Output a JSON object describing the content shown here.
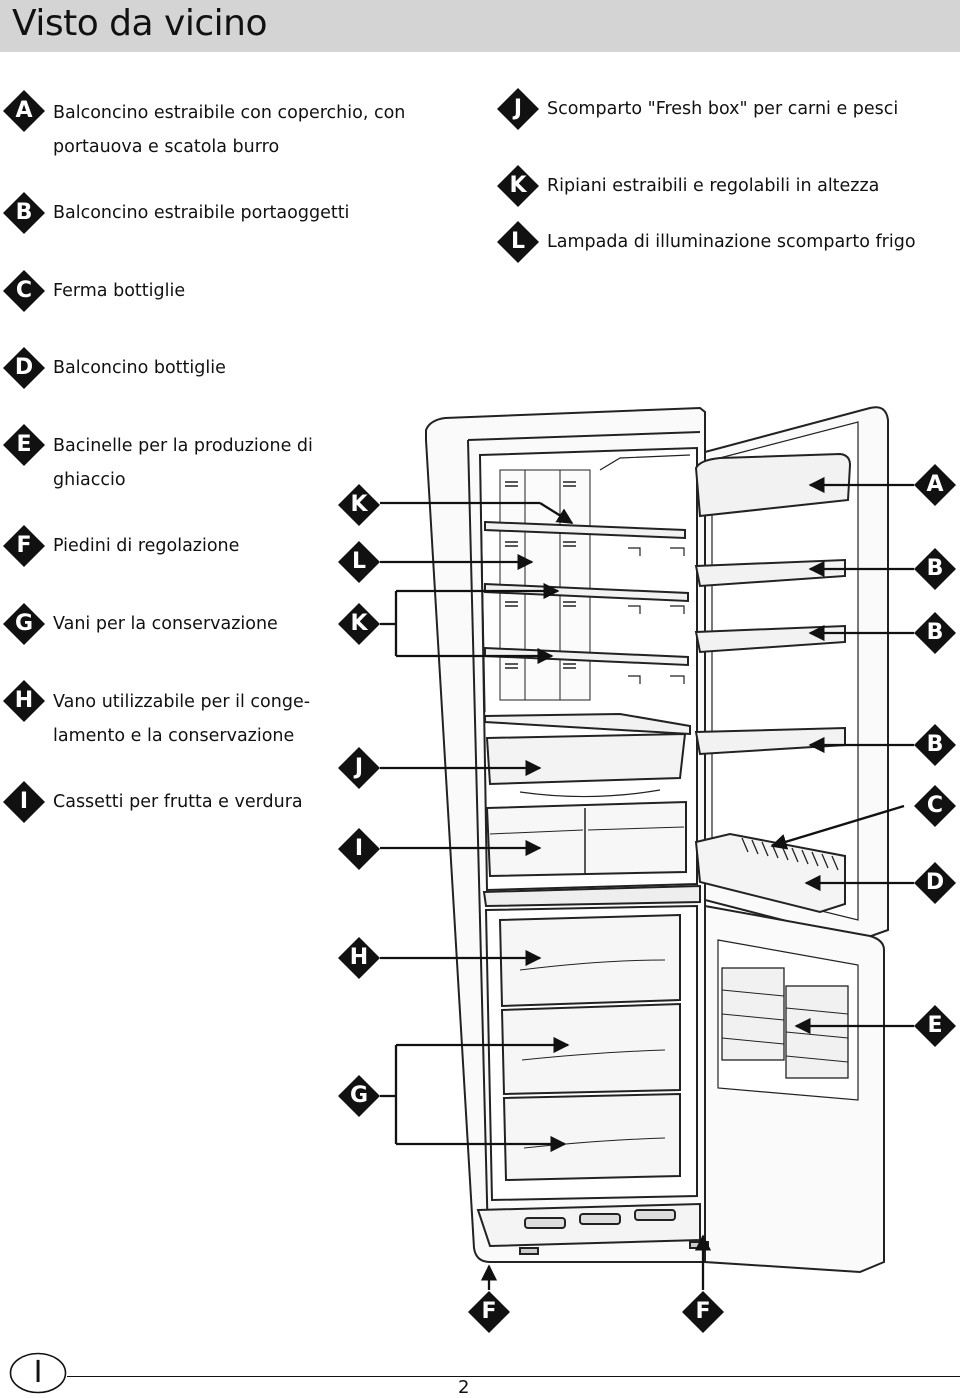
{
  "header": {
    "title": "Visto da vicino"
  },
  "legend": [
    {
      "key": "A",
      "text": "Balconcino estraibile con coperchio, con",
      "text2": "portauova e scatola burro"
    },
    {
      "key": "B",
      "text": "Balconcino estraibile portaoggetti"
    },
    {
      "key": "C",
      "text": "Ferma bottiglie"
    },
    {
      "key": "D",
      "text": "Balconcino bottiglie"
    },
    {
      "key": "E",
      "text": "Bacinelle per la produzione di",
      "text2": "ghiaccio"
    },
    {
      "key": "F",
      "text": "Piedini di regolazione"
    },
    {
      "key": "G",
      "text": "Vani per la conservazione"
    },
    {
      "key": "H",
      "text": "Vano utilizzabile per il conge-",
      "text2": "lamento e la conservazione"
    },
    {
      "key": "I",
      "text": "Cassetti per frutta e verdura"
    },
    {
      "key": "J",
      "text": "Scomparto \"Fresh box\" per carni e pesci"
    },
    {
      "key": "K",
      "text": "Ripiani estraibili e regolabili in altezza"
    },
    {
      "key": "L",
      "text": "Lampada di illuminazione scomparto frigo"
    }
  ],
  "callouts": {
    "left": [
      "K",
      "L",
      "K",
      "J",
      "I",
      "H",
      "G"
    ],
    "right": [
      "A",
      "B",
      "B",
      "B",
      "C",
      "D",
      "E"
    ],
    "bottom": [
      "F",
      "F"
    ]
  },
  "footer": {
    "language": "I",
    "page": "2"
  }
}
